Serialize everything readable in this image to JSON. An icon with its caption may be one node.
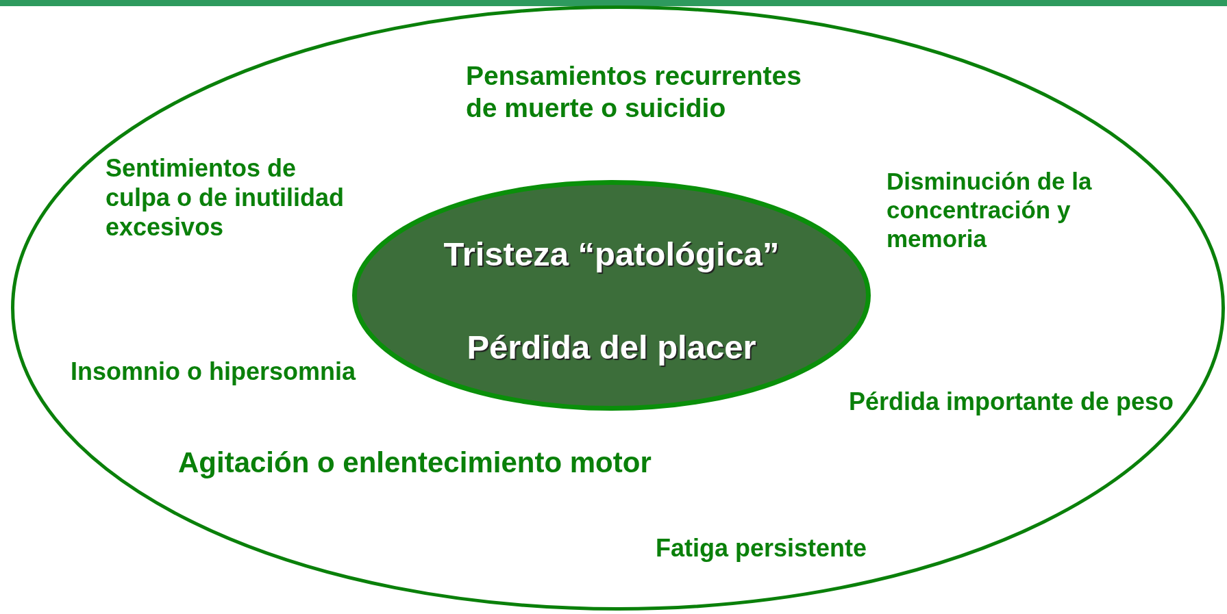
{
  "diagram": {
    "nodes": [
      {
        "text": [],
        "shape": "ellipse"
      },
      {
        "text": [
          "Tristeza “patológica”",
          "Pérdida del placer"
        ],
        "in": 0
      }
    ],
    "labels": [
      "Pensamientos recurrentes de muerte o suicidio",
      "Sentimientos de culpa o de inutilidad excesivos",
      "Disminución de la concentración y memoria",
      "Insomnio o hipersomnia",
      "Pérdida importante de peso",
      "Agitación o enlentecimiento motor",
      "Fatiga persistente"
    ]
  }
}
